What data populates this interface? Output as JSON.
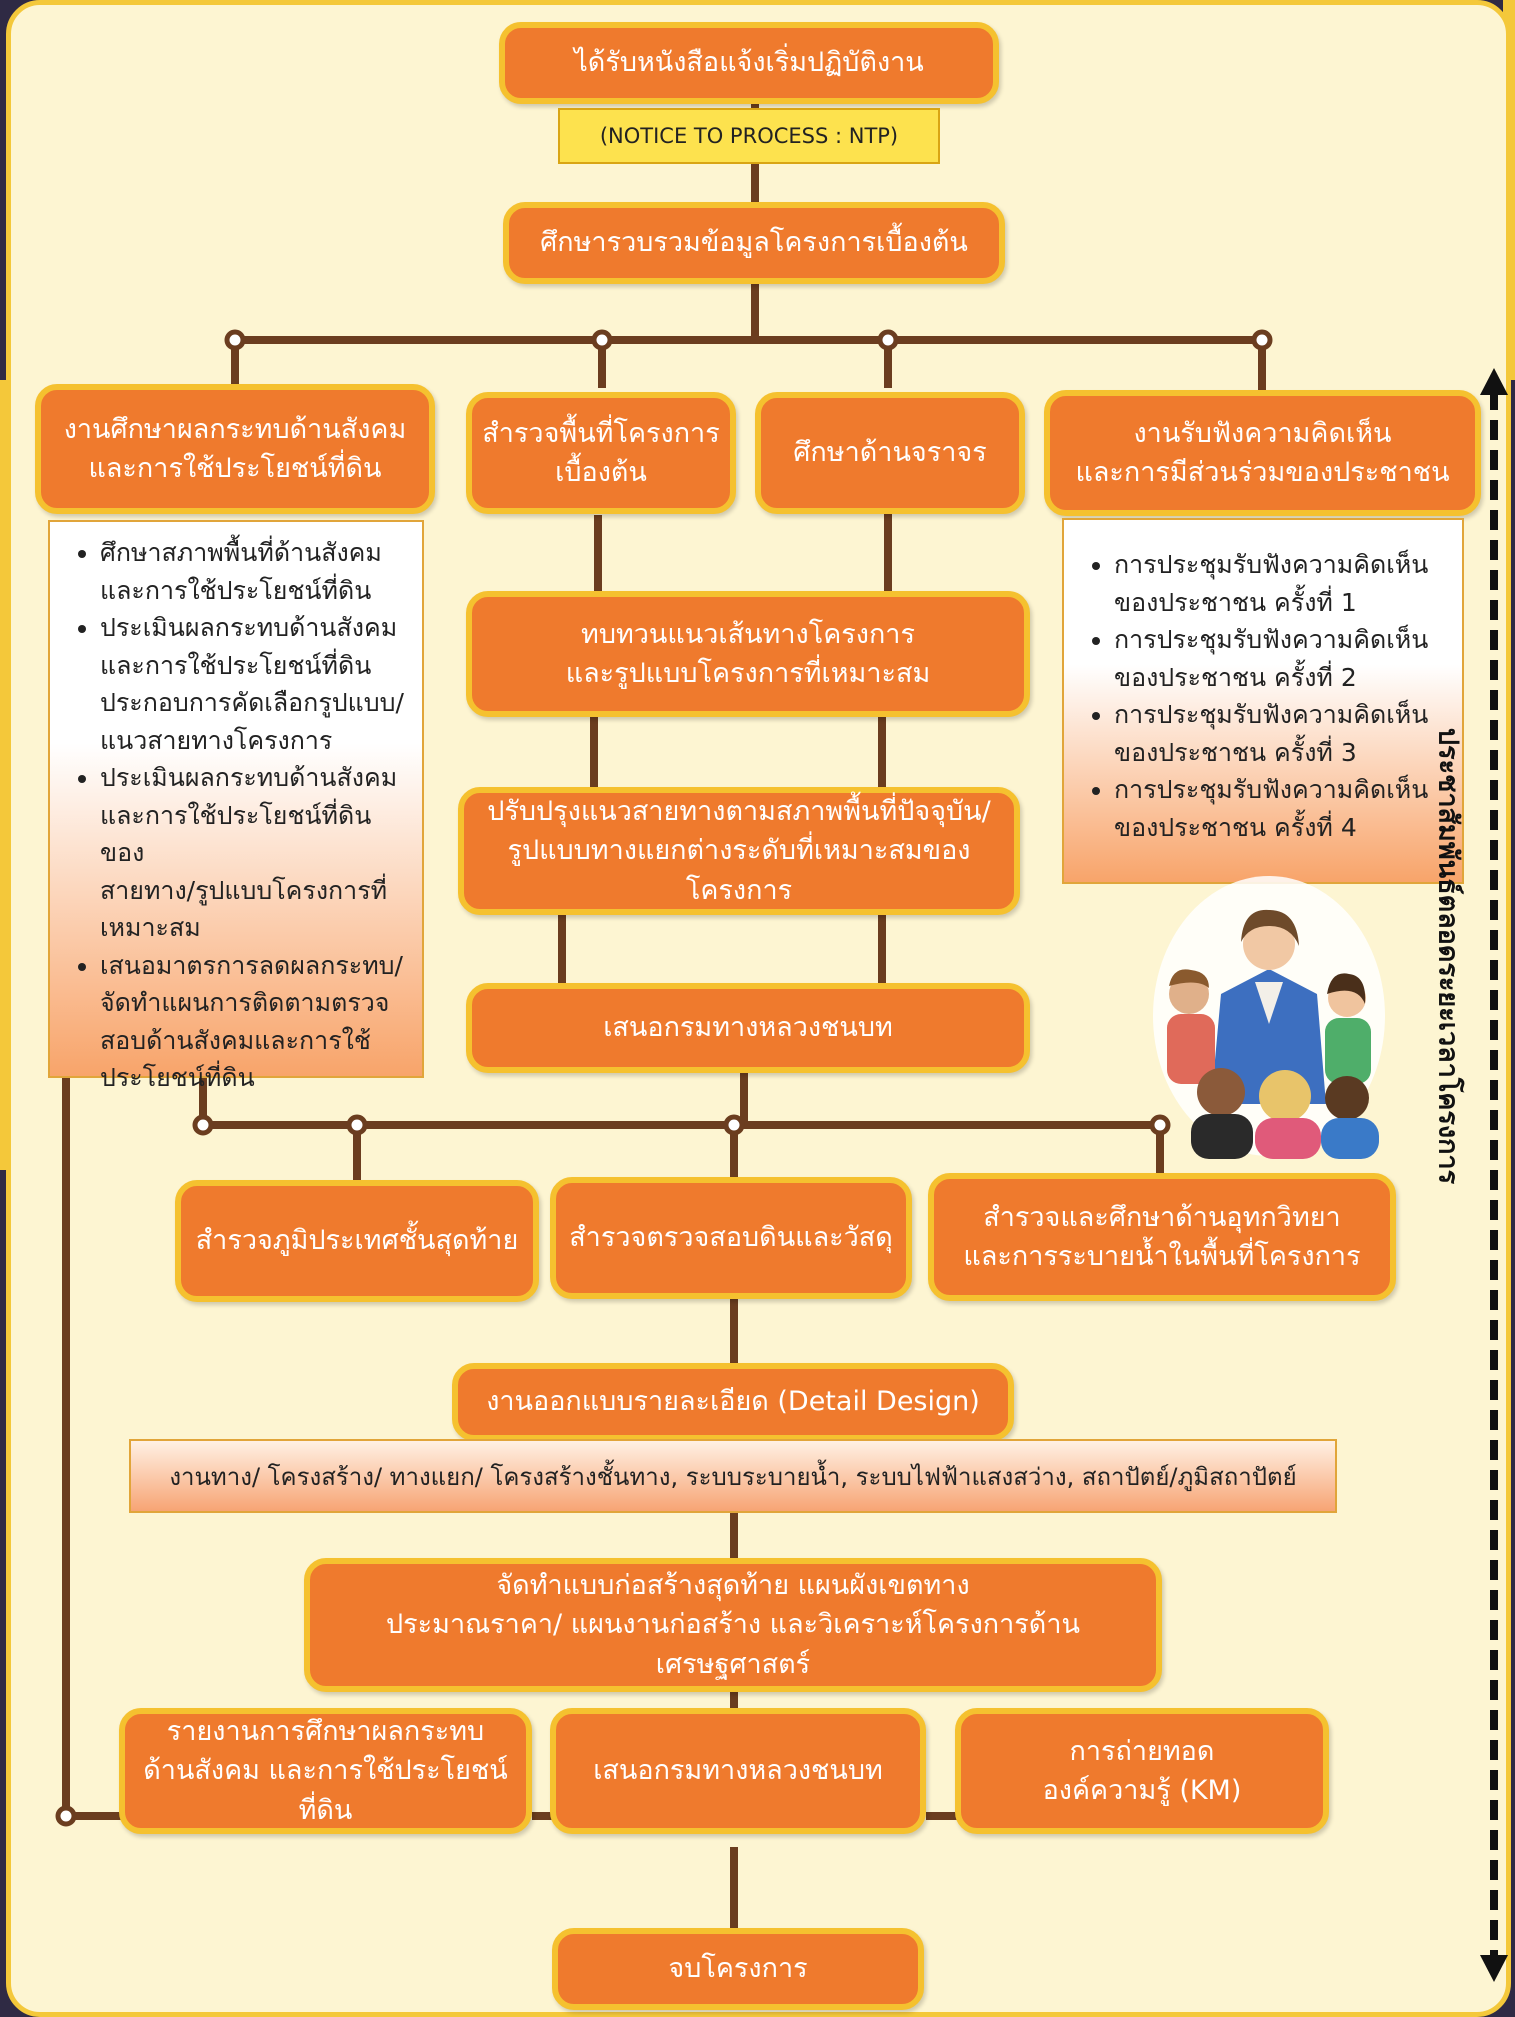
{
  "colors": {
    "box_fill": "#ef7a2d",
    "box_border": "#f5c12f",
    "line": "#6b3d1f",
    "panel_bg": "#fdf5d2",
    "ntp_fill": "#fde24e"
  },
  "start": "ได้รับหนังสือแจ้งเริ่มปฏิบัติงาน",
  "ntp": "(NOTICE TO PROCESS : NTP)",
  "collect": "ศึกษารวบรวมข้อมูลโครงการเบื้องต้น",
  "social": "งานศึกษาผลกระทบด้านสังคม\nและการใช้ประโยชน์ที่ดิน",
  "site_survey": "สำรวจพื้นที่โครงการ\nเบื้องต้น",
  "traffic": "ศึกษาด้านจราจร",
  "hearing": "งานรับฟังความคิดเห็น\nและการมีส่วนร่วมของประชาชน",
  "social_list": [
    "ศึกษาสภาพพื้นที่ด้านสังคม\nและการใช้ประโยชน์ที่ดิน",
    "ประเมินผลกระทบด้านสังคม\nและการใช้ประโยชน์ที่ดิน\nประกอบการคัดเลือกรูปแบบ/\nแนวสายทางโครงการ",
    "ประเมินผลกระทบด้านสังคม\nและการใช้ประโยชน์ที่ดินของ\nสายทาง/รูปแบบโครงการที่\nเหมาะสม",
    "เสนอมาตรการลดผลกระทบ/\nจัดทำแผนการติดตามตรวจ\nสอบด้านสังคมและการใช้\nประโยชน์ที่ดิน"
  ],
  "hearing_list": [
    "การประชุมรับฟังความคิดเห็น\nของประชาชน ครั้งที่ 1",
    "การประชุมรับฟังความคิดเห็น\nของประชาชน ครั้งที่ 2",
    "การประชุมรับฟังความคิดเห็น\nของประชาชน ครั้งที่ 3",
    "การประชุมรับฟังความคิดเห็น\nของประชาชน ครั้งที่ 4"
  ],
  "review": "ทบทวนแนวเส้นทางโครงการ\nและรูปแบบโครงการที่เหมาะสม",
  "improve": "ปรับปรุงแนวสายทางตามสภาพพื้นที่ปัจจุบัน/\nรูปแบบทางแยกต่างระดับที่เหมาะสมของโครงการ",
  "propose1": "เสนอกรมทางหลวงชนบท",
  "final_survey": "สำรวจภูมิประเทศชั้นสุดท้าย",
  "soil": "สำรวจตรวจสอบดินและวัสดุ",
  "hydro": "สำรวจและศึกษาด้านอุทกวิทยา\nและการระบายน้ำในพื้นที่โครงการ",
  "detail": "งานออกแบบรายละเอียด (Detail Design)",
  "detail_items": "งานทาง/ โครงสร้าง/ ทางแยก/ โครงสร้างชั้นทาง, ระบบระบายน้ำ, ระบบไฟฟ้าแสงสว่าง, สถาปัตย์/ภูมิสถาปัตย์",
  "final_design": "จัดทำแบบก่อสร้างสุดท้าย แผนผังเขตทาง\nประมาณราคา/ แผนงานก่อสร้าง และวิเคราะห์โครงการด้านเศรษฐศาสตร์",
  "social_report": "รายงานการศึกษาผลกระทบ\nด้านสังคม และการใช้ประโยชน์ที่ดิน",
  "propose2": "เสนอกรมทางหลวงชนบท",
  "km": "การถ่ายทอด\nองค์ความรู้ (KM)",
  "end": "จบโครงการ",
  "side_label": "ประชาสัมพันธ์ตลอดระยะเวลาโครงการ",
  "illustration_icon": "people-meeting-illustration"
}
